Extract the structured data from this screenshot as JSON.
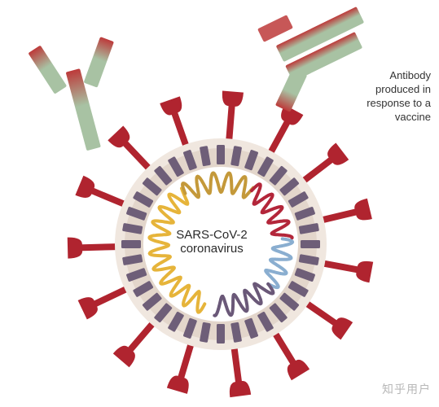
{
  "virus": {
    "label_line1": "SARS-CoV-2",
    "label_line2": "coronavirus",
    "spike_count": 15,
    "membrane_block_count": 36
  },
  "antibody_caption": {
    "line1": "Antibody",
    "line2": "produced in",
    "line3": "response to a",
    "line4": "vaccine"
  },
  "watermark": "知乎用户",
  "colors": {
    "spike": "#b0242f",
    "membrane_outer": "#f0e7df",
    "membrane_ring": "#e3d6cb",
    "membrane_block": "#6e5e78",
    "core": "#ffffff",
    "rna_yellow": "#e6b43a",
    "rna_gold": "#c4993a",
    "rna_red": "#b3263a",
    "rna_blue": "#8aaed0",
    "rna_purple": "#6a5878",
    "antibody_green": "#a8c2a3",
    "antibody_red": "#bd3a3a",
    "text": "#2a2a2a"
  }
}
